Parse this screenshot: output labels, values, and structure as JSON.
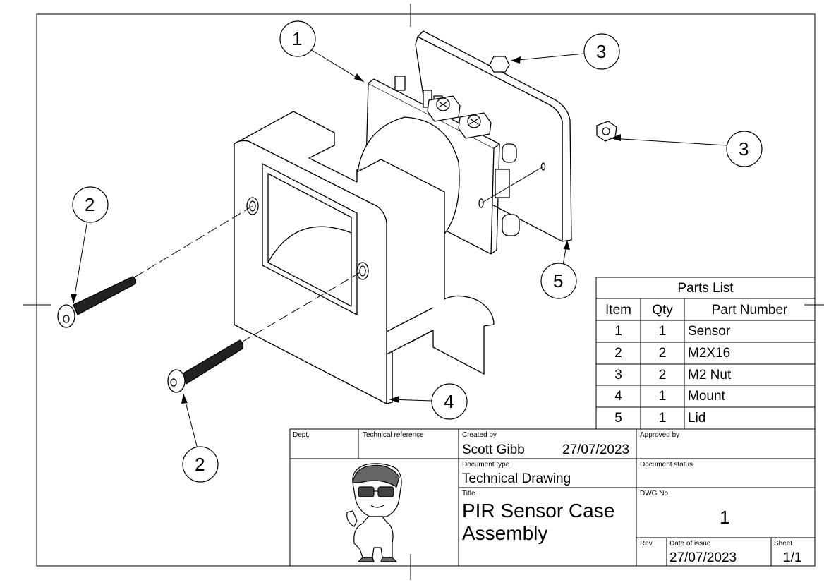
{
  "drawing": {
    "balloons": [
      {
        "id": "b1",
        "label": "1"
      },
      {
        "id": "b2a",
        "label": "2"
      },
      {
        "id": "b2b",
        "label": "2"
      },
      {
        "id": "b3a",
        "label": "3"
      },
      {
        "id": "b3b",
        "label": "3"
      },
      {
        "id": "b4",
        "label": "4"
      },
      {
        "id": "b5",
        "label": "5"
      }
    ]
  },
  "parts_list": {
    "title": "Parts List",
    "headers": [
      "Item",
      "Qty",
      "Part Number"
    ],
    "rows": [
      {
        "item": "1",
        "qty": "1",
        "part": "Sensor"
      },
      {
        "item": "2",
        "qty": "2",
        "part": "M2X16"
      },
      {
        "item": "3",
        "qty": "2",
        "part": "M2 Nut"
      },
      {
        "item": "4",
        "qty": "1",
        "part": "Mount"
      },
      {
        "item": "5",
        "qty": "1",
        "part": "Lid"
      }
    ]
  },
  "title_block": {
    "dept_label": "Dept.",
    "tech_ref_label": "Technical reference",
    "created_by_label": "Created by",
    "created_by": "Scott Gibb",
    "created_date": "27/07/2023",
    "approved_by_label": "Approved by",
    "doc_type_label": "Document type",
    "doc_type": "Technical Drawing",
    "doc_status_label": "Document status",
    "title_label": "Title",
    "title": "PIR Sensor Case Assembly",
    "dwg_no_label": "DWG No.",
    "dwg_no": "1",
    "rev_label": "Rev.",
    "date_of_issue_label": "Date of issue",
    "date_of_issue": "27/07/2023",
    "sheet_label": "Sheet",
    "sheet": "1/1"
  },
  "colors": {
    "ink": "#000000",
    "paper": "#ffffff"
  }
}
